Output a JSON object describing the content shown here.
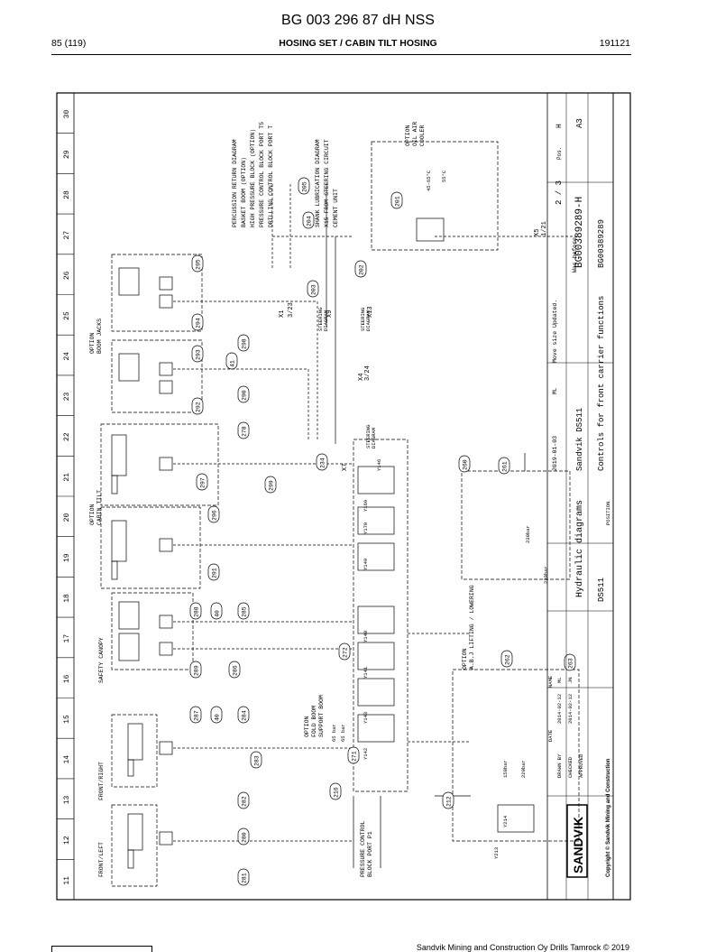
{
  "header": {
    "doc_code": "BG 003 296 87 dH NSS",
    "page": "85 (119)",
    "section": "HOSING SET / CABIN TILT HOSING",
    "date": "191121"
  },
  "border": {
    "columns": [
      "11",
      "12",
      "13",
      "14",
      "15",
      "16",
      "17",
      "18",
      "19",
      "20",
      "21",
      "22",
      "23",
      "24",
      "25",
      "26",
      "27",
      "28",
      "29",
      "30"
    ]
  },
  "groups": {
    "front_left": "FRONT/LEFT",
    "front_right": "FRONT/RIGHT",
    "safety_canopy": "SAFETY CANOPY",
    "cabin_tilt": "OPTION\nCABIN TILT",
    "boom_jacks": "OPTION\nBOOM JACKS",
    "oil_air_cooler": "OPTION\nOIL AIR\nCOOLER",
    "abj_lifting": "OPTION\nA.B.J LIFTING / LOWERING",
    "fold_boom": "OPTION\nFOLD BOOM\nSUPPORT BOOM",
    "pressure_control": "PRESSURE CONTROL\nBLOCK PORT P1"
  },
  "right_labels": [
    "PERCUSSION RETURN DIAGRAM",
    "BASKET BOOM (OPTION)",
    "HIGH PRESSURE BLOCK (OPTION)",
    "PRESSURE CONTROL BLOCK PORT T5",
    "DRILLING CONTROL BLOCK PORT T",
    "SHANK LUBRICATION DIAGRAM",
    "X15 FROM STEERING CIRCUIT",
    "CEMENT UNIT"
  ],
  "connectors": {
    "x1": "X1",
    "x1_ref": "3/23",
    "x4": "X4",
    "x4_ref": "3/24",
    "x5": "X5",
    "x5_ref": "1/21",
    "x7": "X7",
    "x9": "X9",
    "x13": "X13",
    "steering": "STEERING\nDIAGRAM"
  },
  "bubbles": [
    "281",
    "280",
    "282",
    "283",
    "216",
    "271",
    "212",
    "287",
    "40",
    "289",
    "284",
    "286",
    "272",
    "288",
    "40",
    "285",
    "291",
    "296",
    "297",
    "299",
    "278",
    "292",
    "290",
    "293",
    "294",
    "41",
    "298",
    "295",
    "203",
    "202",
    "204",
    "205",
    "201",
    "234",
    "260",
    "261",
    "262",
    "263"
  ],
  "valve_ids": [
    "Y142",
    "Y141",
    "Y143",
    "Y140",
    "Y149",
    "Y169",
    "Y170",
    "Y146",
    "Y213",
    "Y214"
  ],
  "pressures": [
    "230bar",
    "230bar",
    "150bar",
    "220bar",
    "65 bar",
    "65 bar",
    "45-65°C",
    "55°C"
  ],
  "title_block": {
    "company": "SANDVIK",
    "copyright": "Copyright © Sandvik Mining and Construction",
    "title": "Hydraulic diagrams",
    "subtitle": "Sandvik DS511\nControls for front carrier functions",
    "model": "DS511",
    "drawing_no": "BG00389289-H",
    "id_code": "BG00389289",
    "sheet": "2 / 3",
    "format": "A3",
    "rev": "H",
    "drawn_by": "DRAWN BY",
    "checked": "CHECKED",
    "approved": "APPROVED",
    "drawn_date": "2014-02-12",
    "checked_date": "2014-02-12",
    "drawn_ml": "ML",
    "checked_jn": "JN",
    "revision_date": "2019-01-03",
    "revision_by": "ML",
    "revision_text": "Move size Updated.",
    "was_before": "Was before",
    "position": "POSITION",
    "name_col": "NAME",
    "date_col": "DATE",
    "pos": "Pos."
  },
  "footer": {
    "text": "Sandvik Mining and Construction Oy Drills Tamrock © 2019"
  }
}
